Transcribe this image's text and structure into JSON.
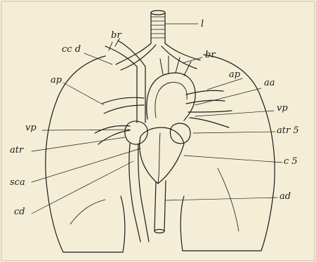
{
  "labels": {
    "trachea": "l",
    "bronchus_left": "br",
    "bronchus_right": "br",
    "vena_cava_sup": "cc d",
    "pulmonary_artery_left": "ap",
    "pulmonary_artery_right": "ap",
    "aortic_arch": "aa",
    "pulmonary_vein_left": "vp",
    "pulmonary_vein_right": "vp",
    "atrium_right": "atr",
    "atrium_left": "atr 5",
    "ventricle_right": "sca",
    "ventricle_left": "c 5",
    "vena_cava_inf": "cd",
    "aorta_desc": "ad"
  },
  "colors": {
    "paper": "#f4eed7",
    "ink": "#1a1a1a"
  }
}
